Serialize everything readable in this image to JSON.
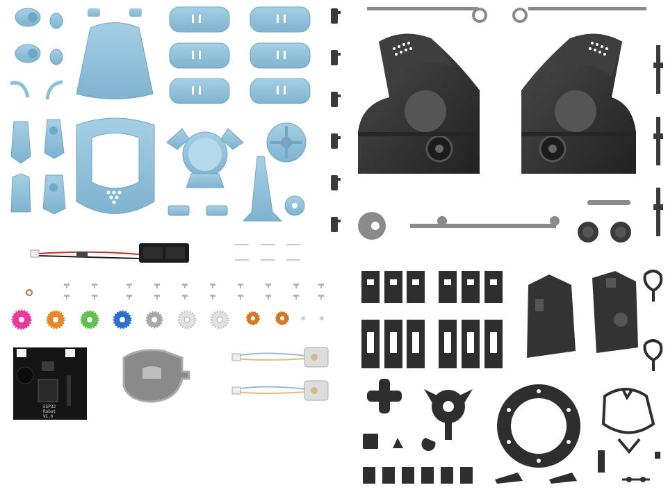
{
  "colors": {
    "background": "#ffffff",
    "shell_blue": "#8ec0d9",
    "shell_blue_dark": "#6fa7c4",
    "shell_blue_light": "#b5d8ea",
    "part_dark": "#2e2e2e",
    "part_dark_light": "#4a4a4a",
    "part_gray": "#8a8a8a",
    "steel": "#c9c9c9",
    "pcb": "#151515",
    "gear_pink": "#e8399c",
    "gear_orange": "#e8862a",
    "gear_green": "#5fc24a",
    "gear_blue": "#2f6fcf",
    "gear_gray": "#a8a8a8",
    "gear_white": "#e2e2e2",
    "gear_bronze": "#d27a2a",
    "wire_red": "#cf2a2a",
    "wire_black": "#1a1a1a",
    "battery_clip": "#1c1c1c"
  },
  "icons": {
    "blue_shell_parts": "blue-plastic-shell-icon",
    "servo_housings": "servo-housing-icon",
    "gears": "gear-icon",
    "screws": "screw-icon",
    "battery_holder": "battery-holder-icon",
    "motors": "dc-motor-icon",
    "circuit_board": "circuit-board-icon",
    "brackets": "bracket-icon",
    "clips": "clip-icon",
    "ring": "ring-bearing-icon"
  },
  "pcb": {
    "line1": "ESP32",
    "line2": "Robot",
    "line3": "V1.0"
  }
}
